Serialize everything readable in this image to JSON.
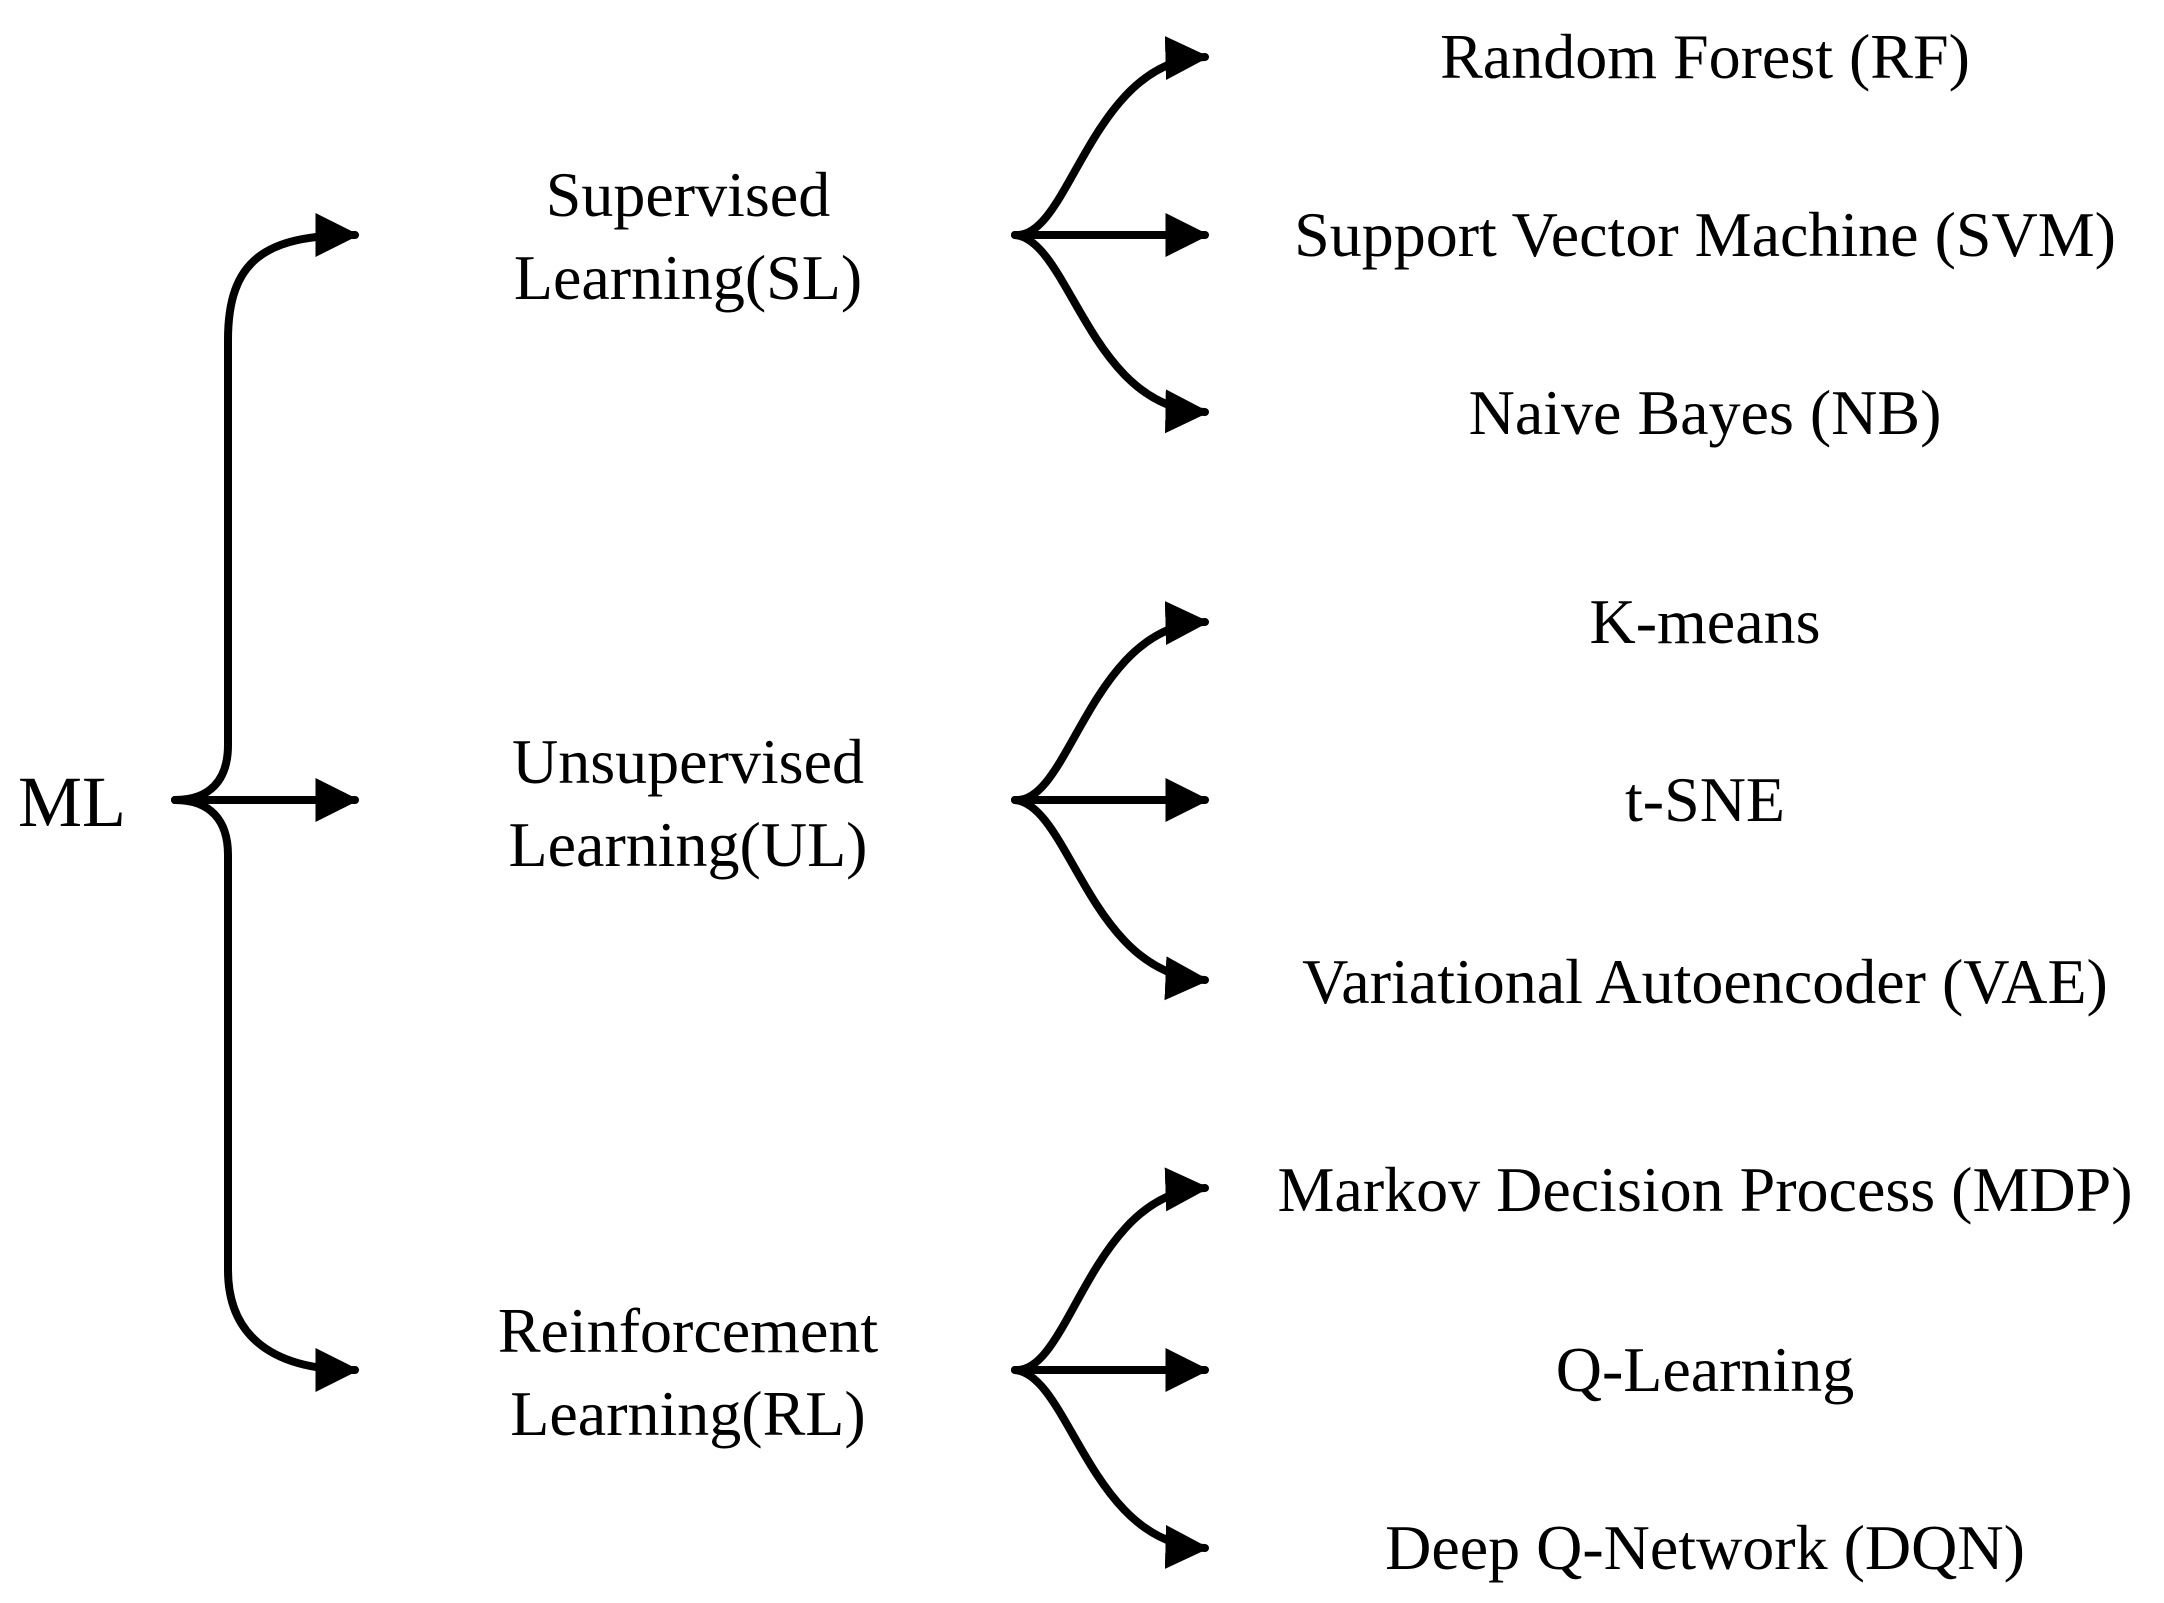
{
  "root": {
    "label": "ML"
  },
  "categories": [
    {
      "line1": "Supervised",
      "line2": "Learning(SL)",
      "methods": [
        "Random Forest (RF)",
        "Support Vector Machine (SVM)",
        "Naive Bayes (NB)"
      ]
    },
    {
      "line1": "Unsupervised",
      "line2": "Learning(UL)",
      "methods": [
        "K-means",
        "t-SNE",
        "Variational Autoencoder (VAE)"
      ]
    },
    {
      "line1": "Reinforcement",
      "line2": "Learning(RL)",
      "methods": [
        "Markov Decision Process (MDP)",
        "Q-Learning",
        "Deep Q-Network (DQN)"
      ]
    }
  ]
}
